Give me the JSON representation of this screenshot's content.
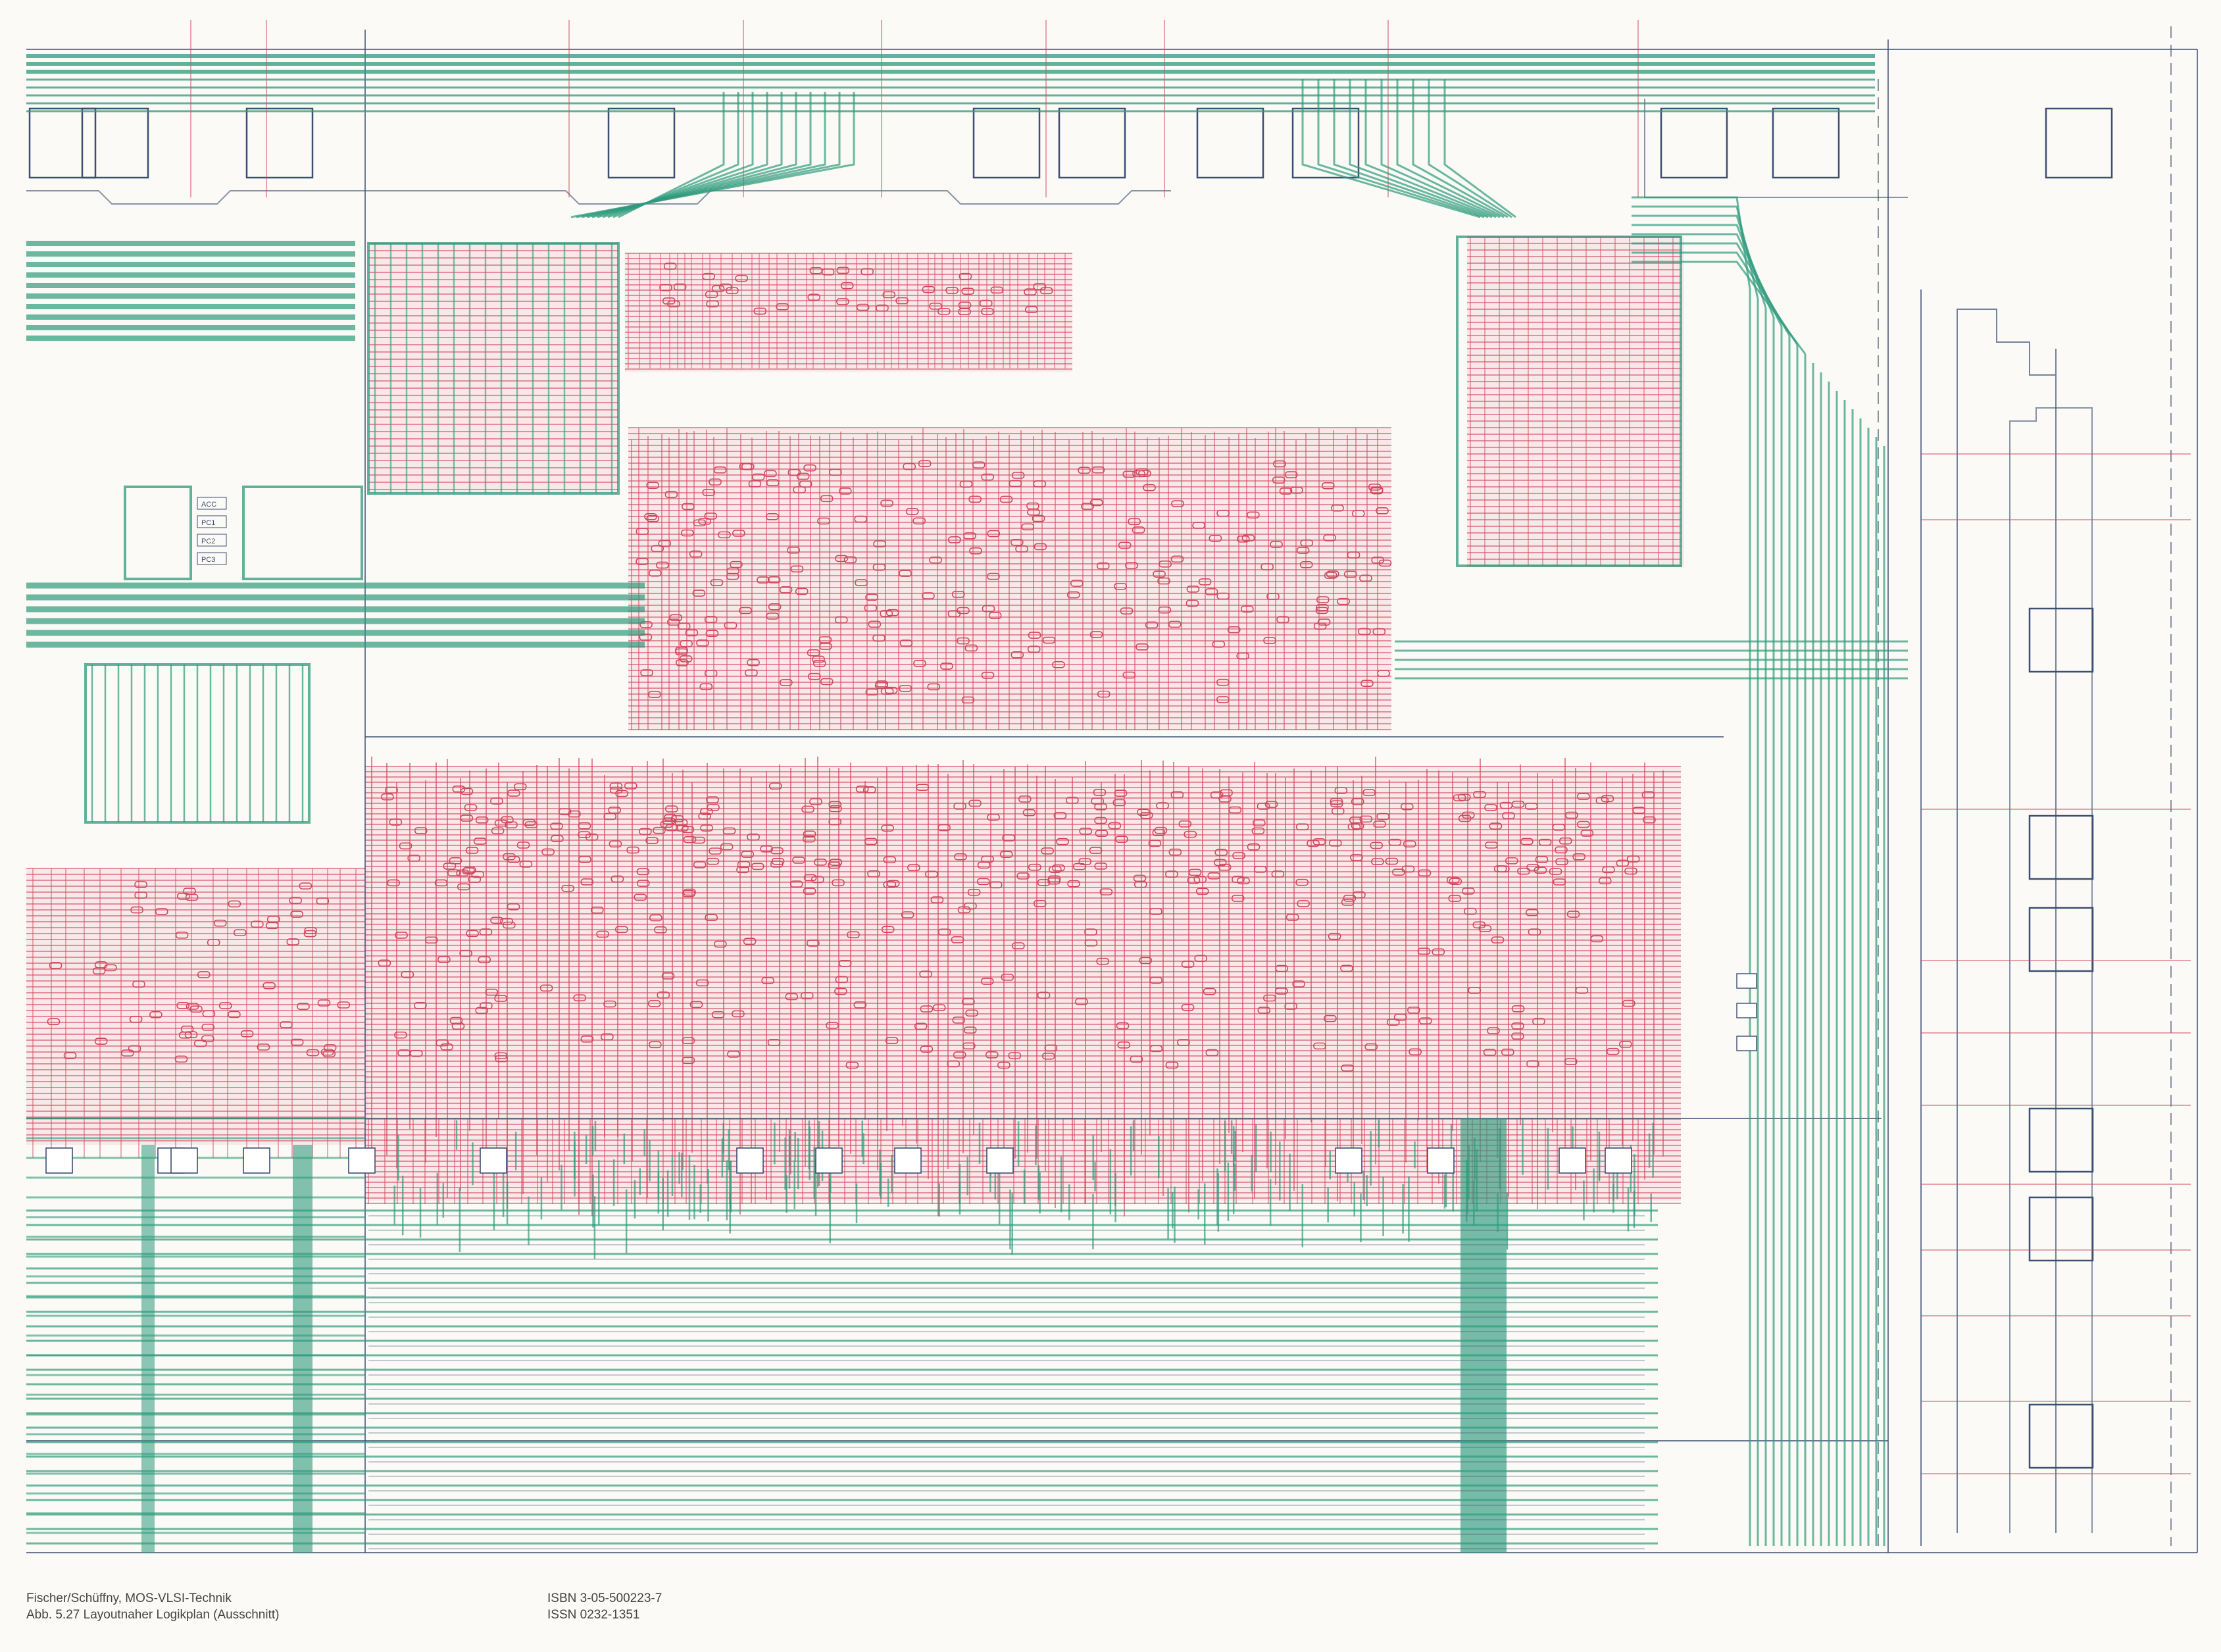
{
  "caption": {
    "authors_title": "Fischer/Schüffny, MOS-VLSI-Technik",
    "figure": "Abb. 5.27 Layoutnaher Logikplan (Ausschnitt)",
    "isbn": "ISBN 3-05-500223-7",
    "issn": "ISSN 0232-1351"
  },
  "colors": {
    "paper": "#fbfaf6",
    "metal_green": "#2e9a7c",
    "poly_red": "#d0485d",
    "frame_navy": "#3c4e72",
    "cell_pink": "#f3d3d9"
  },
  "cell_labels": [
    "ACC",
    "PC1",
    "PC2",
    "PC3"
  ]
}
